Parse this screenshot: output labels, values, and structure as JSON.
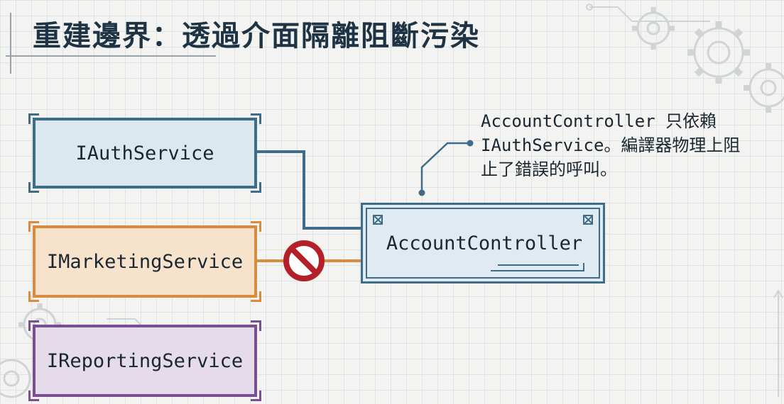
{
  "title": "重建邊界：透過介面隔離阻斷污染",
  "nodes": {
    "auth": "IAuthService",
    "marketing": "IMarketingService",
    "reporting": "IReportingService",
    "account": "AccountController"
  },
  "note": {
    "line1": "AccountController 只依賴",
    "line2": "IAuthService。編譯器物理上阻",
    "line3": "止了錯誤的呼叫。"
  },
  "colors": {
    "auth": "#3f6c89",
    "marketing": "#d88c3f",
    "reporting": "#7a4f90",
    "blocked": "#b3202a"
  },
  "icons": [
    "no-entry-icon",
    "gear-icon",
    "close-square-icon"
  ]
}
